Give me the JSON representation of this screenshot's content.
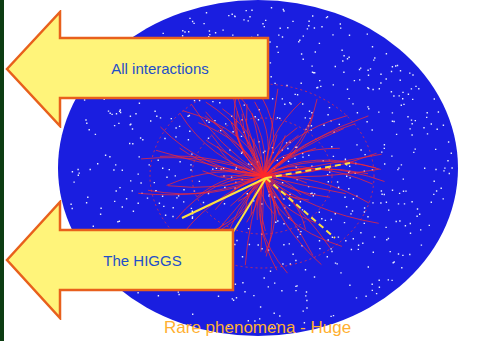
{
  "diagram": {
    "nodes": [
      {
        "text": [
          "All interactions"
        ]
      },
      {
        "text": [
          "The HIGGS"
        ]
      }
    ],
    "labels": [
      "Rare phenomena - Huge"
    ]
  }
}
